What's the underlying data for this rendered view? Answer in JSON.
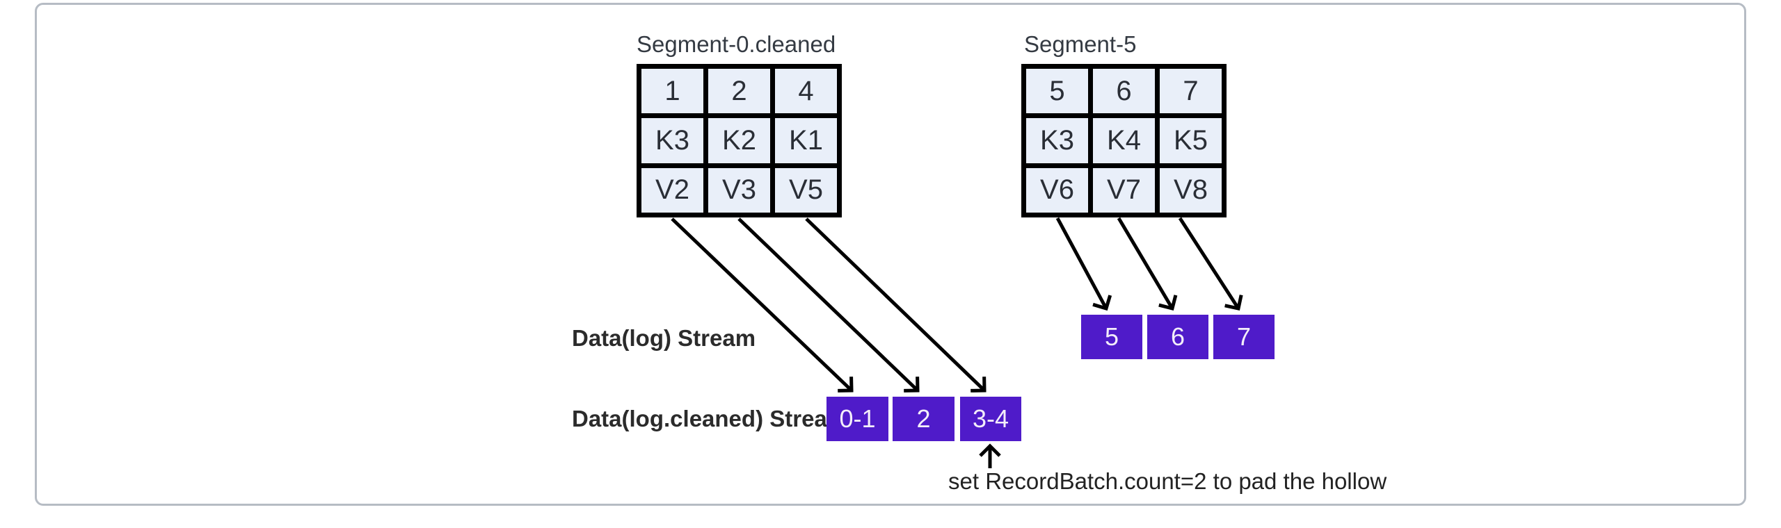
{
  "diagram": {
    "segments": [
      {
        "title": "Segment-0.cleaned",
        "rows": [
          [
            "1",
            "2",
            "4"
          ],
          [
            "K3",
            "K2",
            "K1"
          ],
          [
            "V2",
            "V3",
            "V5"
          ]
        ]
      },
      {
        "title": "Segment-5",
        "rows": [
          [
            "5",
            "6",
            "7"
          ],
          [
            "K3",
            "K4",
            "K5"
          ],
          [
            "V6",
            "V7",
            "V8"
          ]
        ]
      }
    ],
    "streams": [
      {
        "label": "Data(log) Stream",
        "boxes": [
          "5",
          "6",
          "7"
        ]
      },
      {
        "label": "Data(log.cleaned) Stream",
        "boxes": [
          "0-1",
          "2",
          "3-4"
        ]
      }
    ],
    "annotation": "set RecordBatch.count=2 to pad the hollow"
  },
  "colors": {
    "accent-purple": "#4f1bc9",
    "box-text": "#f3edfa",
    "cell-fill": "#e9eff9",
    "cell-text": "#2a2e36",
    "label-text": "#2b2b2b",
    "arrow": "#000000",
    "table-border": "#000000",
    "card-border": "#b6bcc4"
  }
}
